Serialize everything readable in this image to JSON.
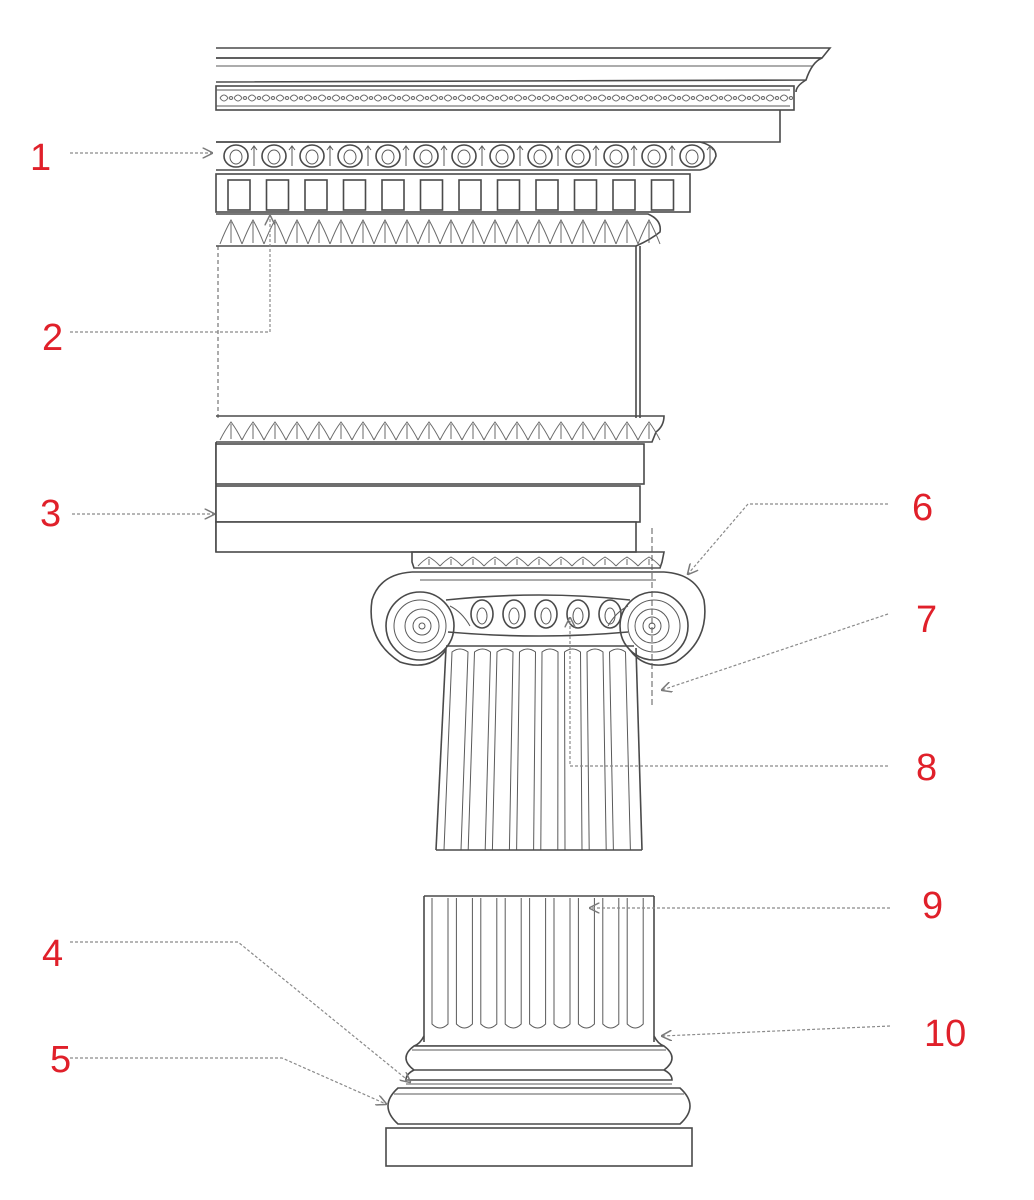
{
  "labels": [
    "1",
    "2",
    "3",
    "4",
    "5",
    "6",
    "7",
    "8",
    "9",
    "10"
  ],
  "colors": {
    "label": "#e0202a",
    "line": "#4a4a4a",
    "leader": "#8a8a8a",
    "background": "#ffffff"
  }
}
